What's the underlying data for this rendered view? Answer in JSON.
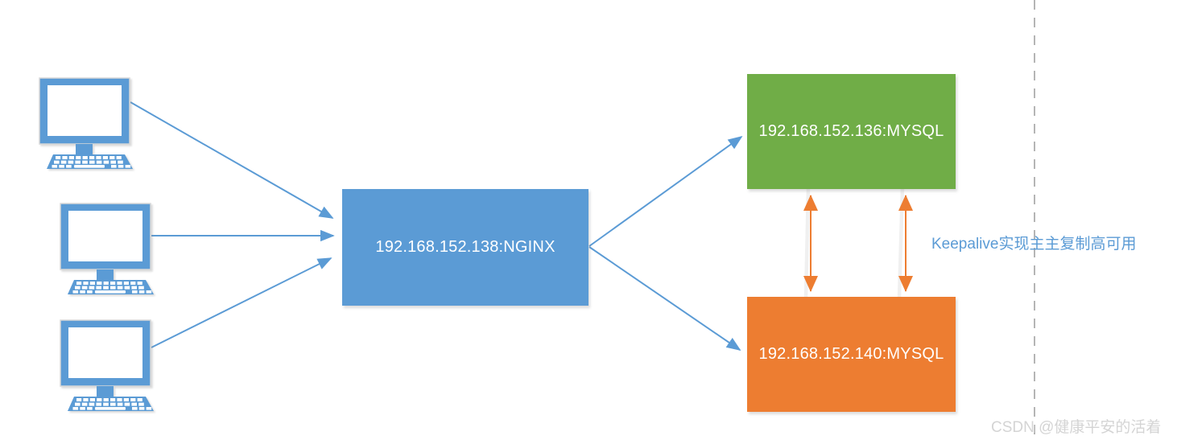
{
  "diagram": {
    "clients": {
      "count": 3,
      "icon": "desktop-computer-icon"
    },
    "nodes": {
      "nginx": {
        "label": "192.168.152.138:NGINX",
        "color": "#5b9bd5"
      },
      "mysql_master_top": {
        "label": "192.168.152.136:MYSQL",
        "color": "#70ad47"
      },
      "mysql_master_bottom": {
        "label": "192.168.152.140:MYSQL",
        "color": "#ed7d31"
      }
    },
    "annotation": {
      "text": "Keepalive实现主主复制高可用",
      "color": "#5b9bd5"
    },
    "connectors": {
      "client_arrow_color": "#5b9bd5",
      "replication_arrow_color": "#ed7d31"
    }
  },
  "watermark": {
    "text": "CSDN @健康平安的活着",
    "color": "#d4d4d4"
  }
}
